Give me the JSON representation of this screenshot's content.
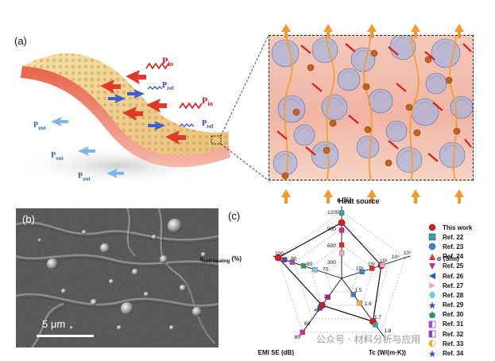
{
  "panel_labels": {
    "a": "(a)",
    "b": "(b)",
    "c": "(c)"
  },
  "panel_a": {
    "p_in": "P",
    "p_in_sub": "in",
    "p_ref": "P",
    "p_ref_sub": "ref",
    "p_out": "P",
    "p_out_sub": "out",
    "heat_source": "Heat source",
    "colors": {
      "wave_in": "#d4201a",
      "wave_ref": "#2a3fcf",
      "arrow_red": "#e03a2a",
      "arrow_blue": "#3b5fd0",
      "p_out": "#2a70c8",
      "orange_arrow": "#f49a2a"
    }
  },
  "panel_b": {
    "scale_text": "5 μm"
  },
  "panel_c": {
    "axes": [
      {
        "label_main": "ε",
        "label_unit": " (%)",
        "ticks": [
          "300",
          "600",
          "900",
          "1200"
        ]
      },
      {
        "label_main": "σ",
        "label_unit": " (S/m)",
        "ticks": [
          "10¹",
          "10²",
          "10³",
          "10⁴",
          "10⁵"
        ]
      },
      {
        "label_main": "Tc",
        "label_unit": " (W/(m·K))",
        "ticks": [
          "1.5",
          "1.6",
          "1.7",
          "1.8"
        ]
      },
      {
        "label_main": "EMI SE",
        "label_unit": " (dB)",
        "ticks": [
          "20",
          "40",
          "60",
          "80"
        ]
      },
      {
        "label_main": "η",
        "label_sub": "self-healing",
        "label_unit": " (%)",
        "ticks": [
          "70",
          "80",
          "90",
          "100"
        ]
      }
    ],
    "chart_data": {
      "type": "radar",
      "axes": [
        "ε (%)",
        "σ (S/m)",
        "Tc (W/(m·K))",
        "EMI SE (dB)",
        "η self-healing (%)"
      ],
      "series_this_work": {
        "name": "This work",
        "values": [
          1000,
          1000,
          1.72,
          40,
          100
        ]
      }
    }
  },
  "legend": [
    {
      "label": "This work",
      "symbol": "circle",
      "color": "#d42020"
    },
    {
      "label": "Ref. 22",
      "symbol": "square",
      "color": "#3aa3a0"
    },
    {
      "label": "Ref. 23",
      "symbol": "circle",
      "color": "#3e7fd8"
    },
    {
      "label": "Ref. 24",
      "symbol": "triangle-up",
      "color": "#e0302a"
    },
    {
      "label": "Ref. 25",
      "symbol": "triangle-down",
      "color": "#d02aa0"
    },
    {
      "label": "Ref. 26",
      "symbol": "triangle-left",
      "color": "#1f5ad0"
    },
    {
      "label": "Ref. 27",
      "symbol": "triangle-right",
      "color": "#f0a8c8"
    },
    {
      "label": "Ref. 28",
      "symbol": "hexagon",
      "color": "#6fd0e0"
    },
    {
      "label": "Ref. 29",
      "symbol": "star",
      "color": "#6a3aa0"
    },
    {
      "label": "Ref. 30",
      "symbol": "pentagon",
      "color": "#2a9a6a"
    },
    {
      "label": "Ref. 31",
      "symbol": "half-square",
      "color": "#a050d0"
    },
    {
      "label": "Ref. 32",
      "symbol": "half-square",
      "color": "#9040c0"
    },
    {
      "label": "Ref. 33",
      "symbol": "half-circle",
      "color": "#f0b030"
    },
    {
      "label": "Ref. 34",
      "symbol": "star",
      "color": "#2a60c0"
    }
  ],
  "watermark": "公众号 · 材料分析与应用"
}
